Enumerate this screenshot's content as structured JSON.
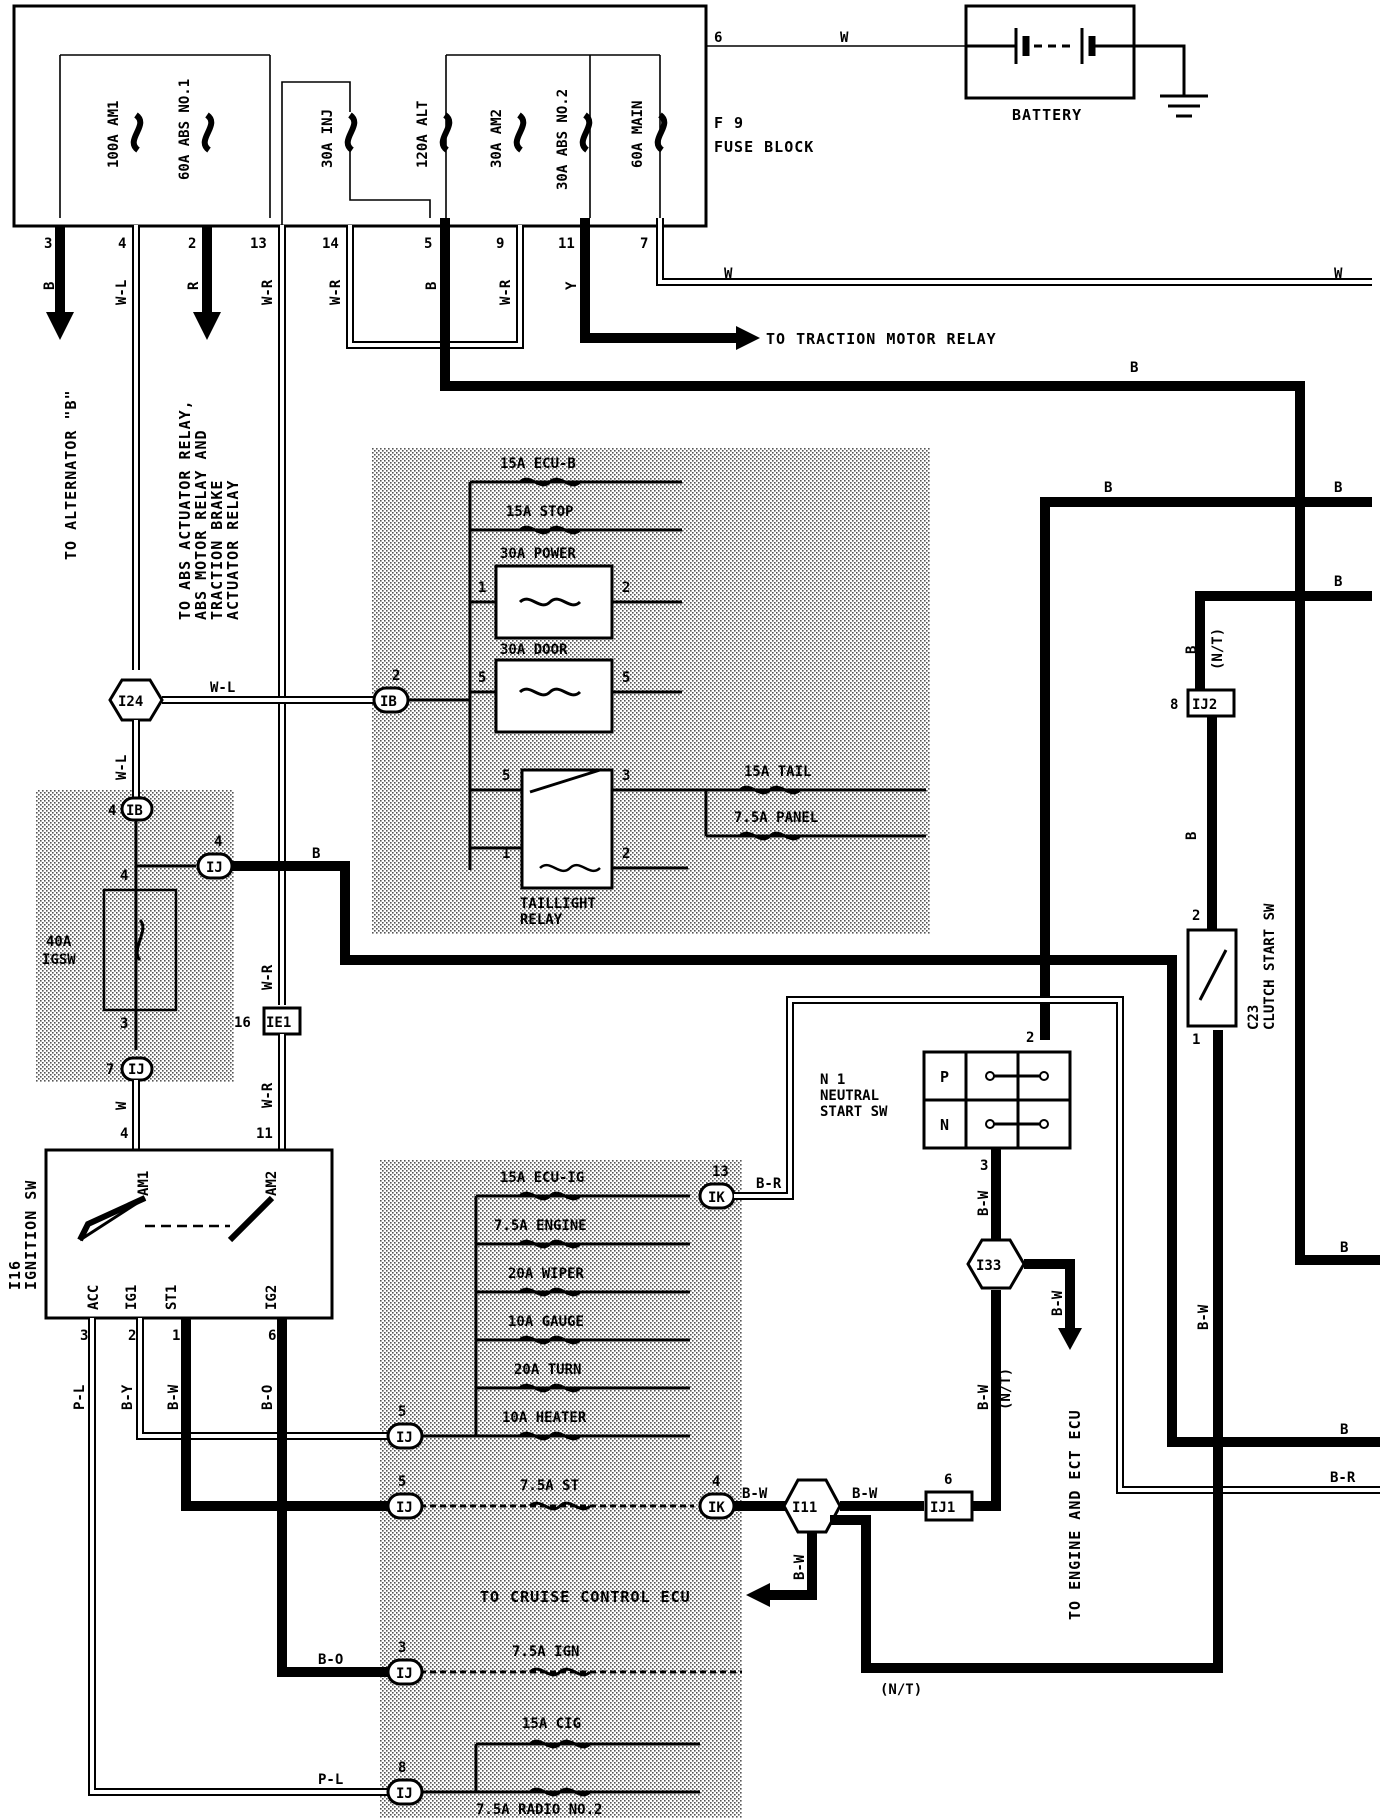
{
  "fuse_block": {
    "name": "F 9",
    "title": "FUSE BLOCK",
    "fuses": [
      "100A AM1",
      "60A ABS NO.1",
      "30A INJ",
      "120A ALT",
      "30A AM2",
      "30A ABS NO.2",
      "60A MAIN"
    ],
    "pins": [
      "3",
      "4",
      "2",
      "13",
      "14",
      "5",
      "9",
      "11",
      "7",
      "6"
    ]
  },
  "battery": {
    "label": "BATTERY"
  },
  "wires": {
    "w": "W",
    "b": "B",
    "r": "R",
    "wl": "W-L",
    "wr": "W-R",
    "y": "Y",
    "bw": "B-W",
    "br": "B-R",
    "bo": "B-O",
    "pl": "P-L",
    "by": "B-Y",
    "nt": "(N/T)"
  },
  "destinations": {
    "alternator": "TO ALTERNATOR \"B\"",
    "abs_1": "TO ABS ACTUATOR RELAY,",
    "abs_2": "ABS MOTOR RELAY AND",
    "abs_3": "TRACTION BRAKE",
    "abs_4": "ACTUATOR RELAY",
    "traction": "TO TRACTION MOTOR RELAY",
    "cruise": "TO CRUISE CONTROL ECU",
    "engine_ecu": "TO ENGINE AND ECT ECU"
  },
  "upper_panel": {
    "fuses": [
      "15A ECU-B",
      "15A STOP",
      "30A POWER",
      "30A DOOR",
      "15A TAIL",
      "7.5A PANEL"
    ],
    "relay_1": "TAILLIGHT",
    "relay_2": "RELAY"
  },
  "lower_panel": {
    "fuses": [
      "15A ECU-IG",
      "7.5A ENGINE",
      "20A WIPER",
      "10A GAUGE",
      "20A TURN",
      "10A HEATER",
      "7.5A ST",
      "7.5A IGN",
      "15A CIG",
      "7.5A RADIO NO.2"
    ]
  },
  "connectors": {
    "i24": "I24",
    "ib": "IB",
    "ij": "IJ",
    "ie1": "IE1",
    "ik": "IK",
    "i11": "I11",
    "i33": "I33",
    "ij1": "IJ1",
    "ij2": "IJ2"
  },
  "pin_numbers": {
    "p1": "1",
    "p2": "2",
    "p3": "3",
    "p4": "4",
    "p5": "5",
    "p6": "6",
    "p7": "7",
    "p8": "8",
    "p11": "11",
    "p13": "13",
    "p16": "16"
  },
  "igsw": {
    "fuse": "40A",
    "label": "IGSW"
  },
  "ignition": {
    "id": "I16",
    "label": "IGNITION SW",
    "terminals": [
      "AM1",
      "AM2",
      "ACC",
      "IG1",
      "ST1",
      "IG2"
    ]
  },
  "neutral_sw": {
    "id": "N 1",
    "line1": "NEUTRAL",
    "line2": "START SW",
    "pos_p": "P",
    "pos_n": "N"
  },
  "clutch_sw": {
    "id": "C23",
    "label": "CLUTCH START SW"
  }
}
